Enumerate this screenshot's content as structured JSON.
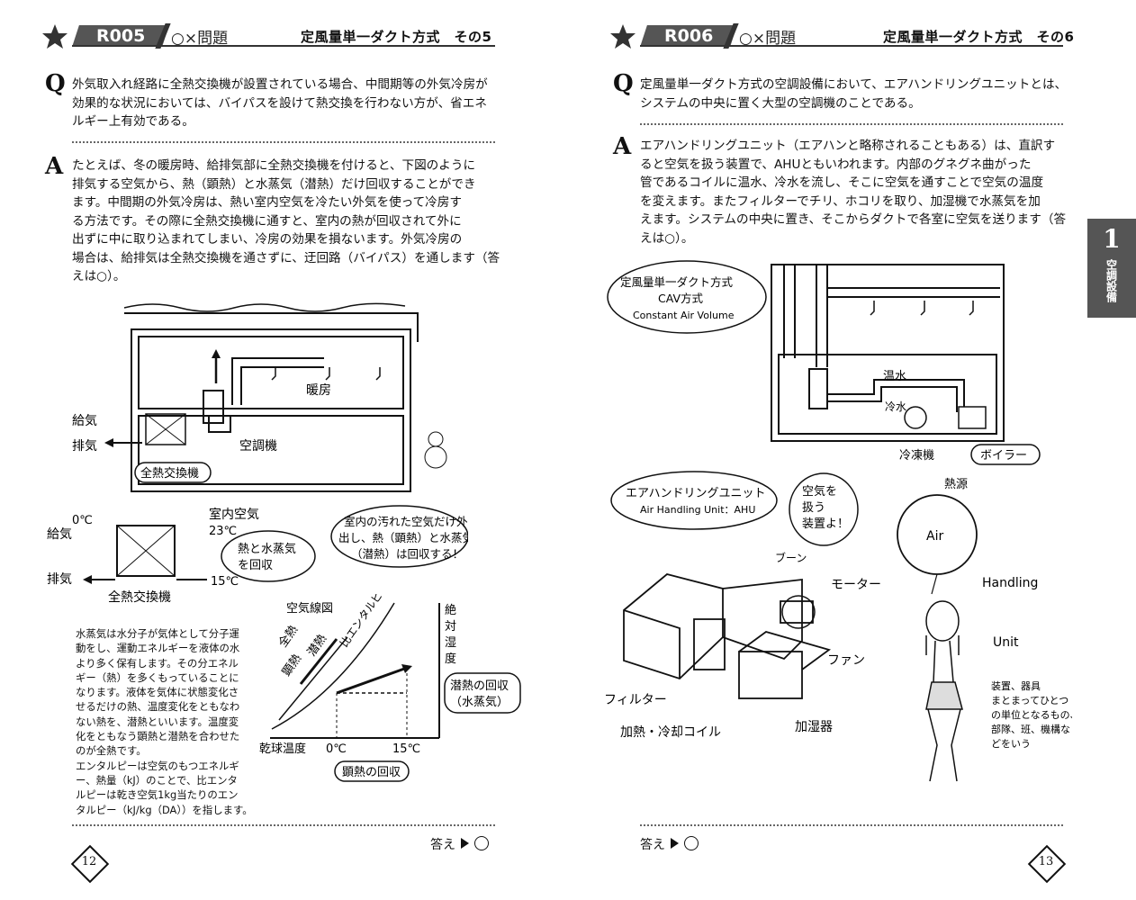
{
  "left": {
    "code": "R005",
    "qtype": "○×問題",
    "title": "定風量単一ダクト方式　その5",
    "q_mark": "Q",
    "a_mark": "A",
    "question": "外気取入れ経路に全熱交換機が設置されている場合、中間期等の外気冷房が効果的な状況においては、バイパスを設けて熱交換を行わない方が、省エネルギー上有効である。",
    "answer_lines": [
      "たとえば、冬の暖房時、給排気部に全熱交換機を付けると、下図のように",
      "排気する空気から、熱（顕熱）と水蒸気（潜熱）だけ回収することができ",
      "ます。中間期の外気冷房は、熱い室内空気を冷たい外気を使って冷房す",
      "る方法です。その際に全熱交換機に通すと、室内の熱が回収されて外に",
      "出ずに中に取り込まれてしまい、冷房の効果を損ないます。外気冷房の",
      "場合は、給排気は全熱交換機を通さずに、迂回路（バイパス）を通します（答",
      "えは○）。"
    ],
    "fig": {
      "danbo": "暖房",
      "kyuki": "給気",
      "haiki": "排気",
      "kuchoki": "空調機",
      "zennetsu": "全熱交換機",
      "zero": "0℃",
      "kyuki2": "給気",
      "haiki2": "排気",
      "shitsunai": "室内空気",
      "t23": "23℃",
      "t15": "15℃",
      "zennetsu2": "全熱交換機",
      "recover1": "熱と水蒸気",
      "recover2": "を回収",
      "bubble1": "室内の汚れた空気だけ外へ",
      "bubble2": "出し、熱（顕熱）と水蒸気",
      "bubble3": "（潜熱）は回収する！"
    },
    "chart": {
      "title": "空気線図",
      "enthalpy": "比エンタルピー",
      "zen": "全熱",
      "sen": "潜熱",
      "ken": "顕熱",
      "ylabel": "絶対湿度",
      "xlabel": "乾球温度",
      "x0": "0℃",
      "x15": "15℃",
      "latent1": "潜熱の回収",
      "latent2": "（水蒸気）",
      "sensible": "顕熱の回収"
    },
    "side_note": [
      "水蒸気は水分子が気体として分子運",
      "動をし、運動エネルギーを液体の水",
      "より多く保有します。その分エネル",
      "ギー（熱）を多くもっていることに",
      "なります。液体を気体に状態変化さ",
      "せるだけの熱、温度変化をともなわ",
      "ない熱を、潜熱といいます。温度変",
      "化をともなう顕熱と潜熱を合わせた",
      "のが全熱です。",
      "エンタルピーは空気のもつエネルギ",
      "ー、熱量（kJ）のことで、比エンタ",
      "ルピーは乾き空気1kg当たりのエン",
      "タルピー（kJ/kg（DA））を指します。"
    ],
    "answer_label": "答え",
    "answer_value": "○",
    "page_number": "12"
  },
  "right": {
    "code": "R006",
    "qtype": "○×問題",
    "title": "定風量単一ダクト方式　その6",
    "q_mark": "Q",
    "a_mark": "A",
    "question_lines": [
      "定風量単一ダクト方式の空調設備において、エアハンドリングユニットとは、",
      "システムの中央に置く大型の空調機のことである。"
    ],
    "answer_lines": [
      "エアハンドリングユニット（エアハンと略称されることもある）は、直訳す",
      "ると空気を扱う装置で、AHUともいわれます。内部のグネグネ曲がった",
      "管であるコイルに温水、冷水を流し、そこに空気を通すことで空気の温度",
      "を変えます。またフィルターでチリ、ホコリを取り、加湿機で水蒸気を加",
      "えます。システムの中央に置き、そこからダクトで各室に空気を送ります（答",
      "えは○）。"
    ],
    "fig": {
      "cav1": "定風量単一ダクト方式",
      "cav2": "CAV方式",
      "cav3": "Constant Air Volume",
      "onsui": "温水",
      "reisui": "冷水",
      "reitoki": "冷凍機",
      "boiler": "ボイラー",
      "netsugen": "熱源",
      "ahu1": "エアハンドリングユニット",
      "ahu2": "Air Handling Unit：AHU",
      "kuki1": "空気を",
      "kuki2": "扱う",
      "kuki3": "装置よ！",
      "boon": "ブーン",
      "motor": "モーター",
      "fan": "ファン",
      "filter": "フィルター",
      "coil": "加熱・冷却コイル",
      "kashitsu": "加湿器",
      "air": "Air",
      "handling": "Handling",
      "unit": "Unit",
      "unit_desc": [
        "装置、器具",
        "まとまってひとつ",
        "の単位となるもの、",
        "部隊、班、機構な",
        "どをいう"
      ]
    },
    "tab_number": "1",
    "tab_label": "空調設備",
    "answer_label": "答え",
    "answer_value": "○",
    "page_number": "13"
  },
  "colors": {
    "ink": "#111111",
    "badge": "#555555",
    "tab": "#555555"
  }
}
